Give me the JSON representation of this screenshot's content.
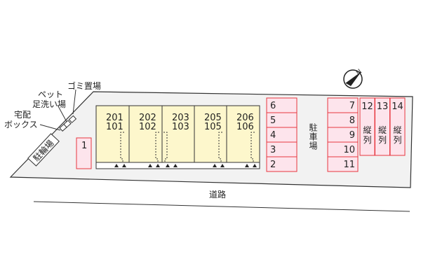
{
  "road_label": "道路",
  "parking_label": "駐車場",
  "bicycle_label": "駐輪場",
  "garbage_label": "ゴミ置場",
  "pet_wash_label": [
    "ペット",
    "足洗い場"
  ],
  "delivery_box_label": [
    "宅配",
    "ボックス"
  ],
  "units": [
    {
      "upper": "201",
      "lower": "101"
    },
    {
      "upper": "202",
      "lower": "102"
    },
    {
      "upper": "203",
      "lower": "103"
    },
    {
      "upper": "205",
      "lower": "105"
    },
    {
      "upper": "206",
      "lower": "106"
    }
  ],
  "parking_left": [
    "6",
    "5",
    "4",
    "3",
    "2"
  ],
  "parking_right": [
    "7",
    "8",
    "9",
    "10",
    "11"
  ],
  "parking_tandem": [
    {
      "num": "12",
      "note": [
        "縦",
        "列"
      ]
    },
    {
      "num": "13",
      "note": [
        "縦",
        "列"
      ]
    },
    {
      "num": "14",
      "note": [
        "縦",
        "列"
      ]
    }
  ],
  "parking_single": "1",
  "colors": {
    "site": "#f2f2f2",
    "building": "#fdf7cc",
    "parking_fill": "#fde4ec",
    "parking_stroke": "#e8373f"
  }
}
